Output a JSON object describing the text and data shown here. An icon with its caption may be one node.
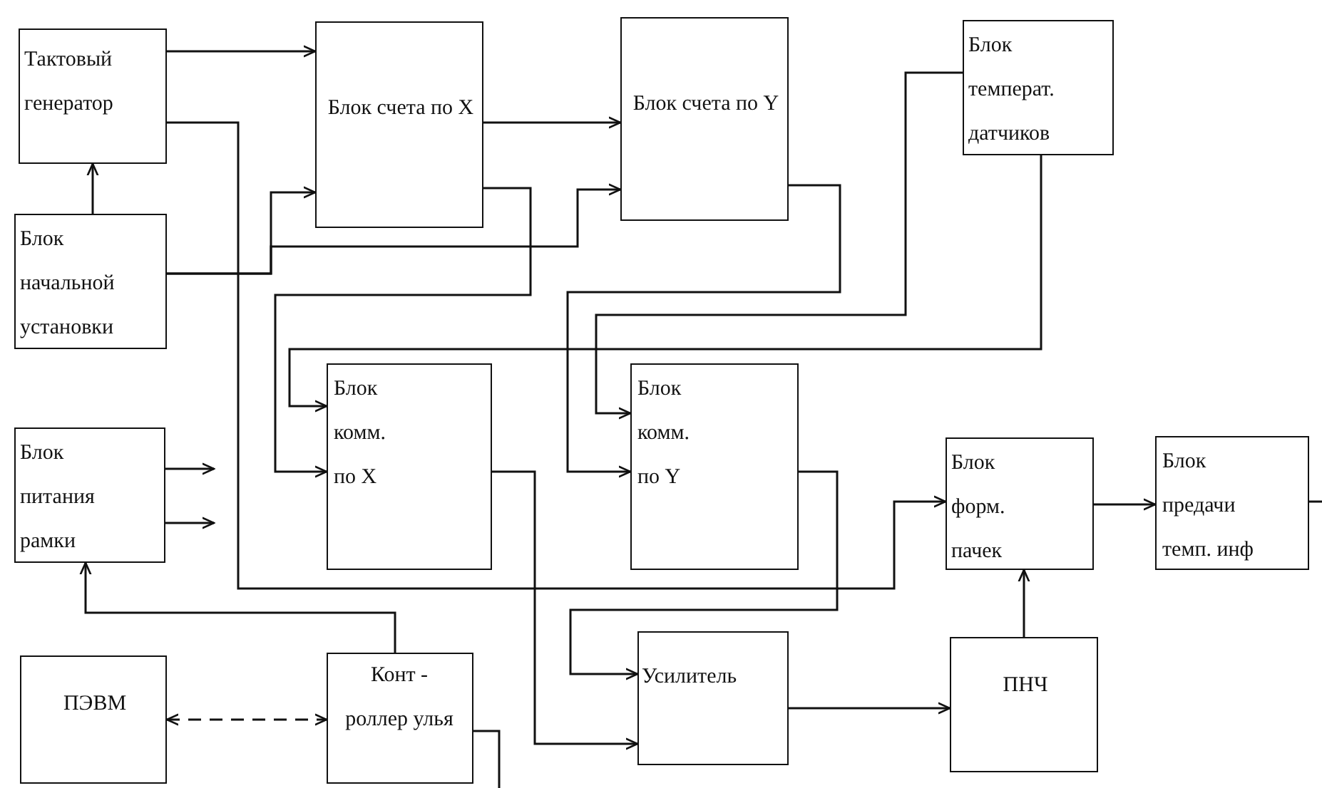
{
  "diagram": {
    "nodes": [
      {
        "text": [
          "Тактовый генератор"
        ]
      },
      {
        "text": [
          "Блок начальной установки"
        ]
      },
      {
        "text": [
          "Блок счета по X"
        ]
      },
      {
        "text": [
          "Блок счета по Y"
        ]
      },
      {
        "text": [
          "Блок температ. датчиков"
        ]
      },
      {
        "text": [
          "Блок питания рамки"
        ]
      },
      {
        "text": [
          "Блок комм. по X"
        ]
      },
      {
        "text": [
          "Блок комм. по Y"
        ]
      },
      {
        "text": [
          "Блок форм. пачек"
        ]
      },
      {
        "text": [
          "Блок предачи темп. инф"
        ]
      },
      {
        "text": [
          "ПЭВМ"
        ]
      },
      {
        "text": [
          "Конт - роллер улья"
        ]
      },
      {
        "text": [
          "Усилитель"
        ]
      },
      {
        "text": [
          "ПНЧ"
        ]
      }
    ],
    "edges": [
      {
        "from": 0,
        "to": 2,
        "arrow": "to"
      },
      {
        "from": 1,
        "to": 0,
        "arrow": "to"
      },
      {
        "from": 1,
        "to": 2,
        "arrow": "to"
      },
      {
        "from": 1,
        "to": 3,
        "arrow": "to"
      },
      {
        "from": 2,
        "to": 3,
        "arrow": "to"
      },
      {
        "from": 0,
        "to": 8,
        "arrow": "to"
      },
      {
        "from": 2,
        "to": 6,
        "arrow": "to"
      },
      {
        "from": 4,
        "to": 6,
        "arrow": "to"
      },
      {
        "from": 3,
        "to": 7,
        "arrow": "to"
      },
      {
        "from": 4,
        "to": 7,
        "arrow": "to"
      },
      {
        "from": 6,
        "to": 12,
        "arrow": "to"
      },
      {
        "from": 7,
        "to": 12,
        "arrow": "to"
      },
      {
        "from": 5,
        "to": null,
        "arrow": "to"
      },
      {
        "from": 5,
        "to": null,
        "arrow": "to"
      },
      {
        "from": 11,
        "to": 5,
        "arrow": "to"
      },
      {
        "from": 10,
        "to": 11,
        "arrow": "both",
        "style": "dashed"
      },
      {
        "from": 11,
        "to": null,
        "arrow": "none"
      },
      {
        "from": 12,
        "to": 13,
        "arrow": "to"
      },
      {
        "from": 13,
        "to": 8,
        "arrow": "to"
      },
      {
        "from": 8,
        "to": 9,
        "arrow": "to"
      },
      {
        "from": 9,
        "to": null,
        "arrow": "none"
      }
    ]
  }
}
